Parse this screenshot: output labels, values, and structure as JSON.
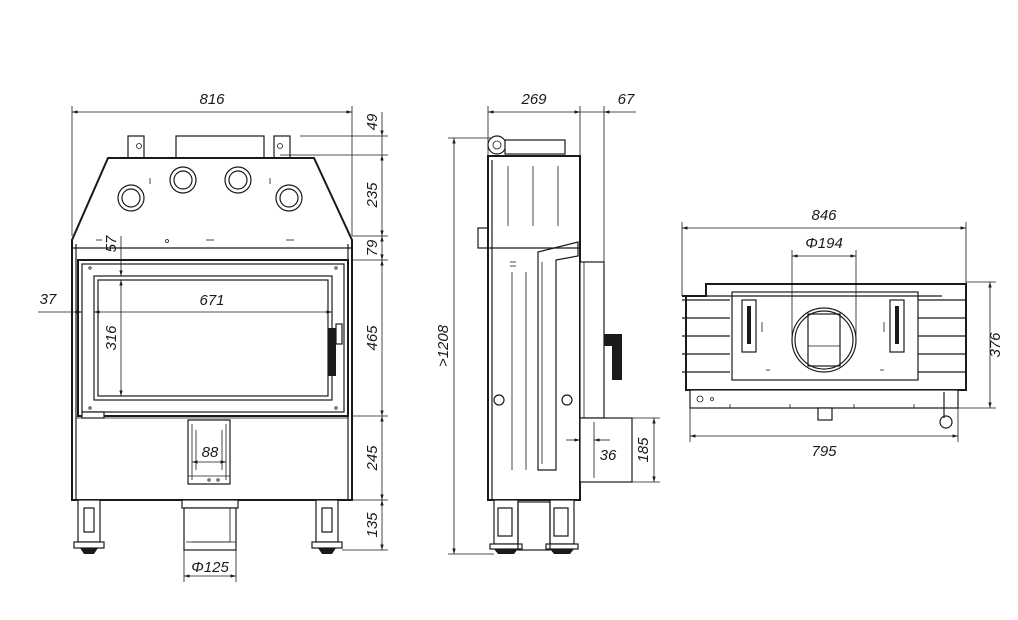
{
  "dimensions": {
    "front_width": "816",
    "front_top_49": "49",
    "front_235": "235",
    "front_79": "79",
    "front_465": "465",
    "front_245": "245",
    "front_135": "135",
    "front_57": "57",
    "front_37": "37",
    "front_671": "671",
    "front_316": "316",
    "front_88": "88",
    "front_flue": "Φ125",
    "side_269": "269",
    "side_67": "67",
    "side_height": ">1208",
    "side_36": "36",
    "side_185": "185",
    "top_846": "846",
    "top_flue": "Φ194",
    "top_376": "376",
    "top_795": "795"
  },
  "colors": {
    "line": "#1a1a1a",
    "background": "#ffffff"
  }
}
